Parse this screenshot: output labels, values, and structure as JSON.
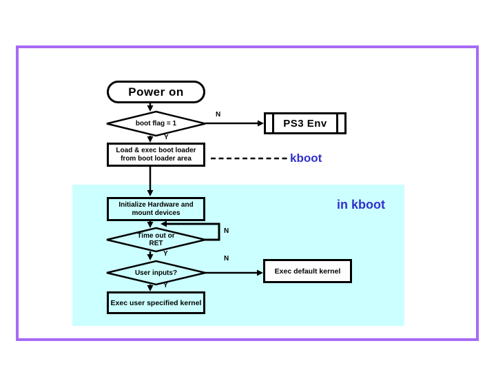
{
  "diagram": {
    "title_hint": "PS3 kboot boot sequence flowchart",
    "colors": {
      "frame": "#a76af5",
      "kboot_region": "#ccffff",
      "accent_text": "#3030cc",
      "line": "#000000"
    },
    "nodes": {
      "power_on": "Power on",
      "boot_flag": "boot flag = 1",
      "ps3_env": "PS3 Env",
      "load_loader_line1": "Load & exec boot loader",
      "load_loader_line2": "from boot loader area",
      "init_hw_line1": "Initialize Hardware and",
      "init_hw_line2": "mount devices",
      "timeout_line1": "Time out or",
      "timeout_line2": "RET",
      "user_inputs": "User inputs?",
      "exec_default_kernel": "Exec default kernel",
      "exec_user_kernel": "Exec user specified kernel"
    },
    "labels": {
      "kboot": "kboot",
      "in_kboot": "in kboot"
    },
    "branches": {
      "boot_flag_no": "N",
      "boot_flag_yes": "Y",
      "timeout_no": "N",
      "timeout_yes": "Y",
      "user_inputs_no": "N",
      "user_inputs_yes": "Y"
    }
  }
}
